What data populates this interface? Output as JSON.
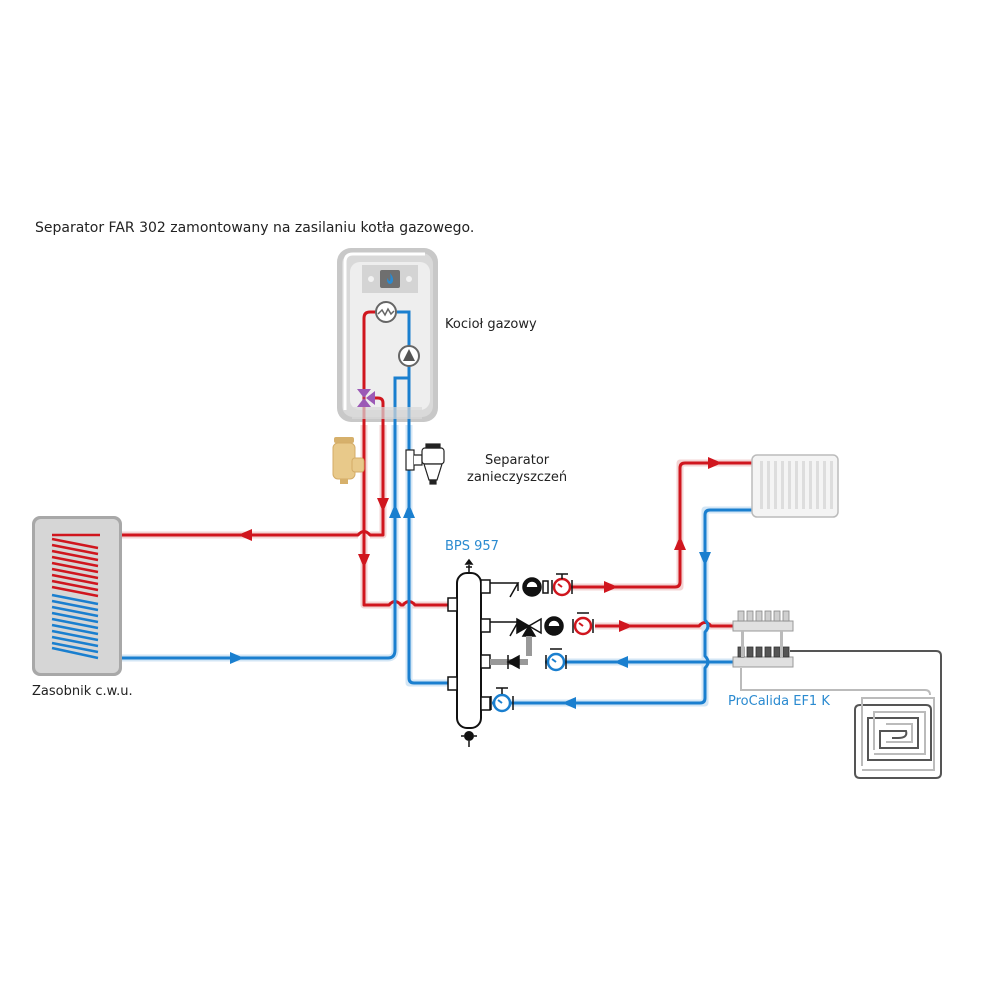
{
  "title": "Separator FAR 302 zamontowany na zasilaniu kotła gazowego.",
  "labels": {
    "boiler": "Kocioł gazowy",
    "separator_line1": "Separator",
    "separator_line2": "zanieczyszczeń",
    "hydraulic_separator": "BPS 957",
    "tank": "Zasobnik c.w.u.",
    "manifold": "ProCalida EF1 K"
  },
  "colors": {
    "supply": "#d0161e",
    "return": "#1a7fcf",
    "supply_halo": "#f3d4d4",
    "return_halo": "#d3e6f5",
    "device_gray": "#c8c8c8",
    "valve_purple": "#9b59b6",
    "separator_brass": "#e8c98a",
    "floor_loop": "#555555"
  },
  "components": [
    {
      "name": "gas-boiler",
      "icons": [
        "flame-icon",
        "heat-exchanger-icon",
        "pump-icon",
        "three-way-valve-icon"
      ]
    },
    {
      "name": "dirt-separator-far-302"
    },
    {
      "name": "air-separator"
    },
    {
      "name": "hot-water-tank",
      "coils": [
        "supply-coil",
        "return-coil"
      ]
    },
    {
      "name": "hydraulic-separator-bps-957"
    },
    {
      "name": "radiator"
    },
    {
      "name": "floor-heating-manifold"
    },
    {
      "name": "floor-heating-loop"
    }
  ]
}
